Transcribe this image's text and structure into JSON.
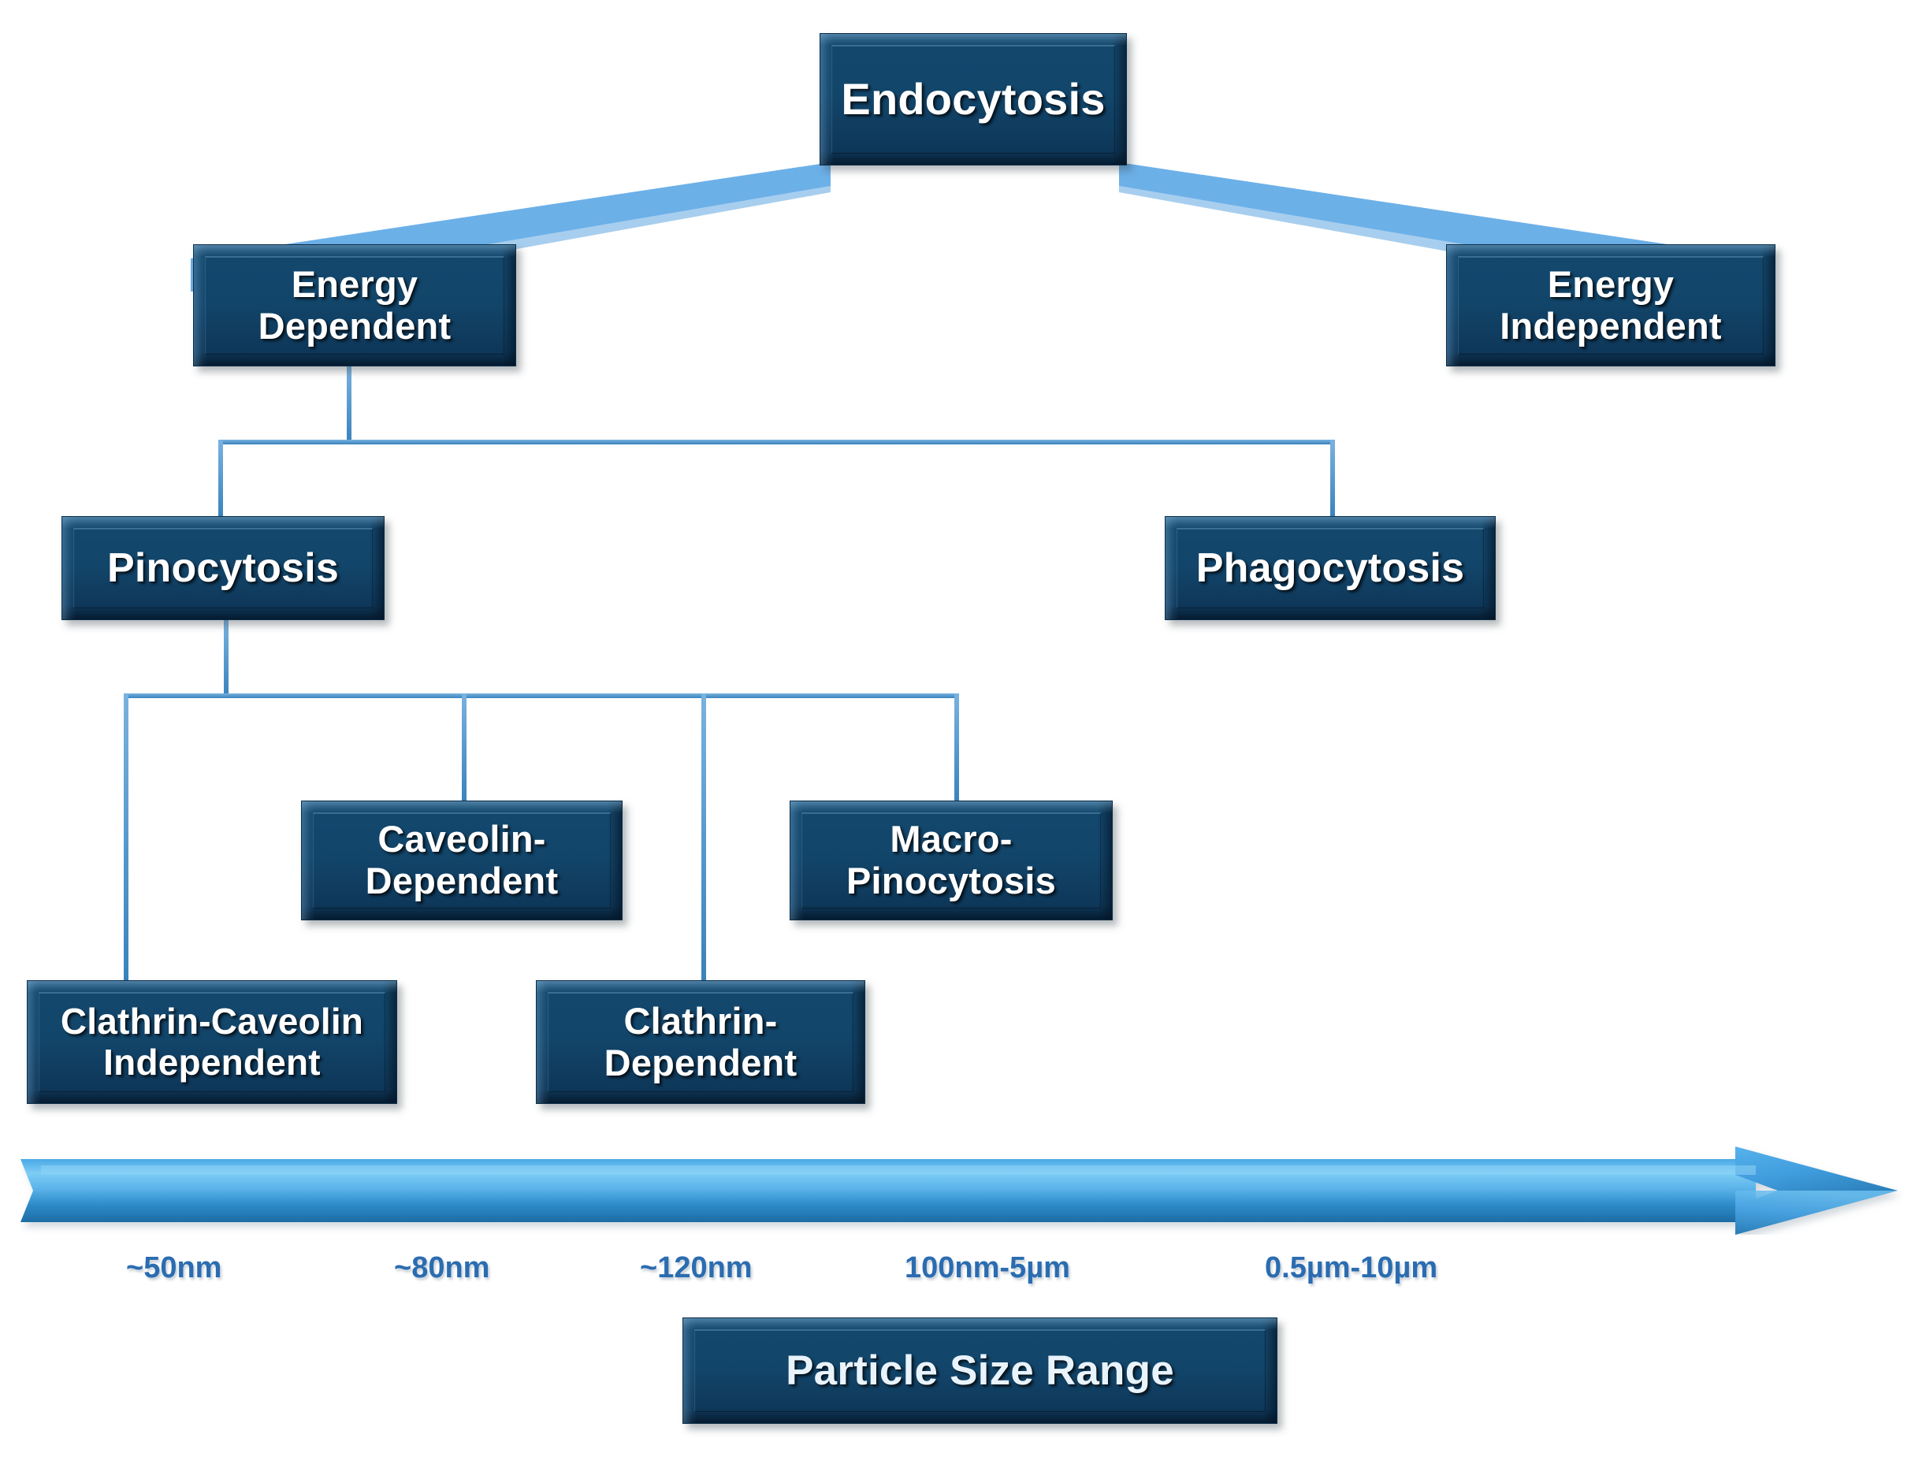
{
  "diagram": {
    "title": "Endocytosis pathway classification with particle size range",
    "colors": {
      "box_fill_dark": "#0d3354",
      "box_fill_light": "#14486d",
      "box_border": "#0a2d48",
      "connector_line": "#3f91d2",
      "wedge_fill": "#6cb0e8",
      "arrow_light": "#6cc0f0",
      "arrow_mid": "#3e9bdc",
      "arrow_dark": "#1f6fa8",
      "label_text": "#2b6cb0",
      "box_text": "#ffffff",
      "background": "#ffffff"
    },
    "nodes": {
      "root": {
        "label": "Endocytosis"
      },
      "energy_dependent": {
        "label": "Energy\nDependent"
      },
      "energy_independent": {
        "label": "Energy\nIndependent"
      },
      "pinocytosis": {
        "label": "Pinocytosis"
      },
      "phagocytosis": {
        "label": "Phagocytosis"
      },
      "caveolin_dependent": {
        "label": "Caveolin-\nDependent"
      },
      "macro_pinocytosis": {
        "label": "Macro-\nPinocytosis"
      },
      "clathrin_caveolin_independent": {
        "label": "Clathrin-Caveolin\nIndependent"
      },
      "clathrin_dependent": {
        "label": "Clathrin-\nDependent"
      },
      "particle_size_range": {
        "label": "Particle Size Range"
      }
    },
    "size_scale": {
      "caption": "Particle Size Range",
      "ticks": [
        {
          "label": "~50nm",
          "pathway": "Clathrin-Caveolin Independent"
        },
        {
          "label": "~80nm",
          "pathway": "Caveolin-Dependent"
        },
        {
          "label": "~120nm",
          "pathway": "Clathrin-Dependent"
        },
        {
          "label": "100nm-5µm",
          "pathway": "Macro-Pinocytosis"
        },
        {
          "label": "0.5µm-10µm",
          "pathway": "Phagocytosis"
        }
      ]
    }
  }
}
